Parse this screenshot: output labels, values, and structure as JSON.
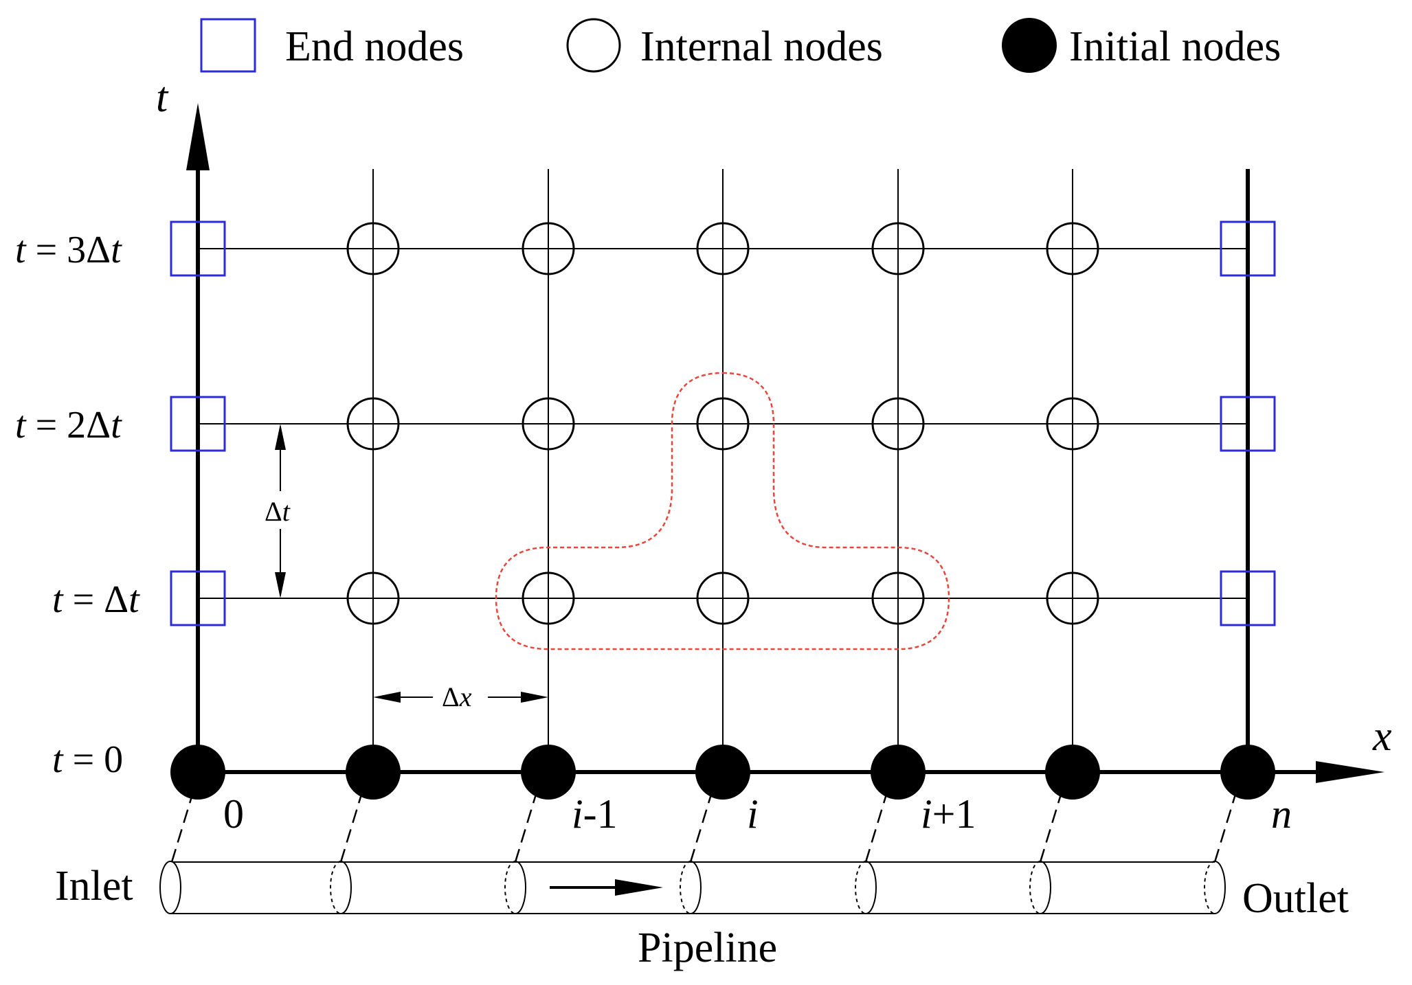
{
  "legend": {
    "end_nodes": "End nodes",
    "internal_nodes": "Internal nodes",
    "initial_nodes": "Initial nodes"
  },
  "axes": {
    "t_label": "t",
    "x_label": "x"
  },
  "row_labels": {
    "t3": {
      "var": "t",
      "rest": " = 3Δ",
      "var2": "t"
    },
    "t2": {
      "var": "t",
      "rest": " = 2Δ",
      "var2": "t"
    },
    "t1": {
      "var": "t",
      "rest": " = Δ",
      "var2": "t"
    },
    "t0": {
      "var": "t",
      "rest": " = 0"
    }
  },
  "dimension_labels": {
    "dt": {
      "delta": "Δ",
      "var": "t"
    },
    "dx": {
      "delta": "Δ",
      "var": "x"
    }
  },
  "index_labels": {
    "first": "0",
    "im1": {
      "var": "i",
      "rest": "-1"
    },
    "i": {
      "var": "i"
    },
    "ip1": {
      "var": "i",
      "rest": "+1"
    },
    "last": {
      "var": "n"
    }
  },
  "pipeline": {
    "inlet": "Inlet",
    "outlet": "Outlet",
    "title": "Pipeline"
  },
  "colors": {
    "end_node": "#2b2bdc",
    "stencil": "#e8463c",
    "line": "#000000"
  }
}
